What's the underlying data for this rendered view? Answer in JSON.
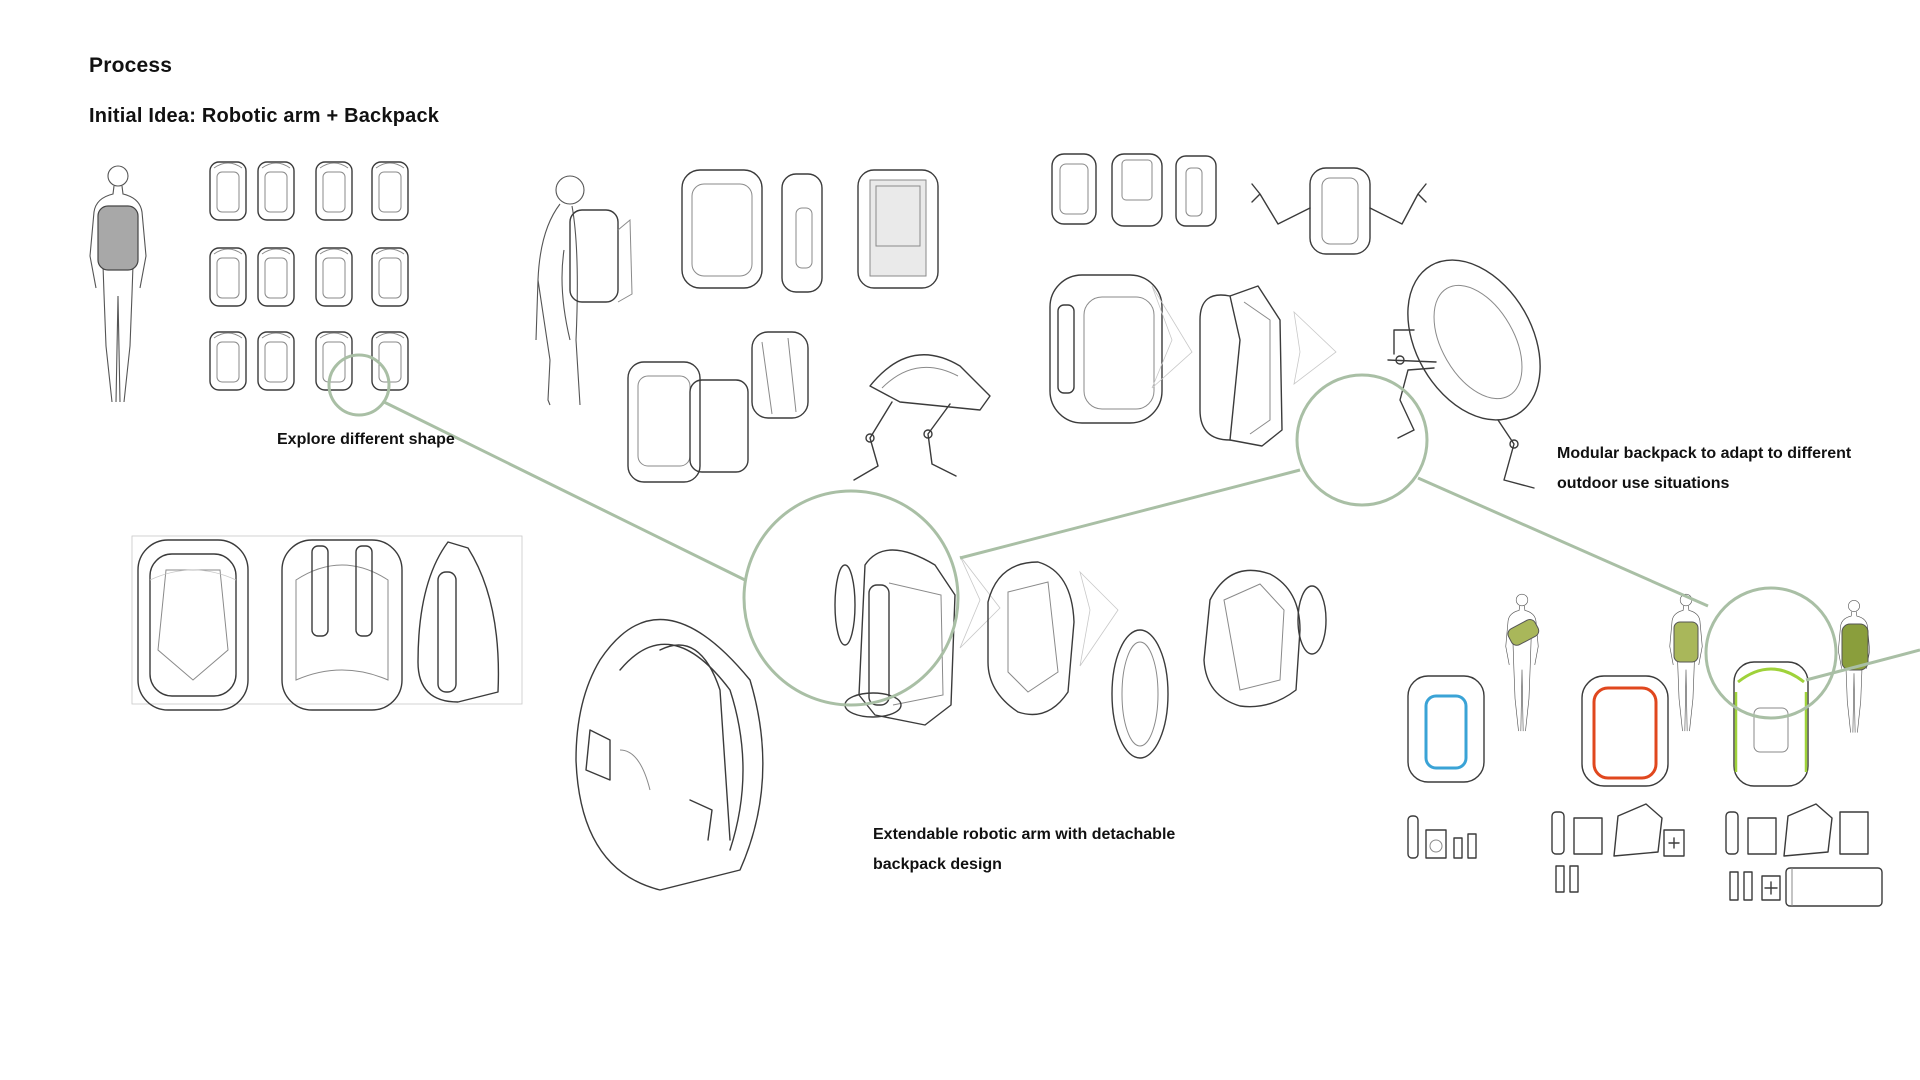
{
  "page": {
    "title": "Process",
    "subtitle": "Initial Idea: Robotic arm + Backpack"
  },
  "captions": {
    "explore": [
      "Explore different shape"
    ],
    "modular": [
      "Modular backpack to adapt to different",
      "outdoor use situations"
    ],
    "extend": [
      "Extendable robotic arm with detachable",
      "backpack design"
    ]
  },
  "colors": {
    "accent_green": "#a9bfa5",
    "variant_blue": "#3aa3d6",
    "variant_orange": "#e0471e",
    "variant_lime": "#9fd23a",
    "figure_fill": "#a8a8a8",
    "strap_olive": "#a9b75a"
  }
}
